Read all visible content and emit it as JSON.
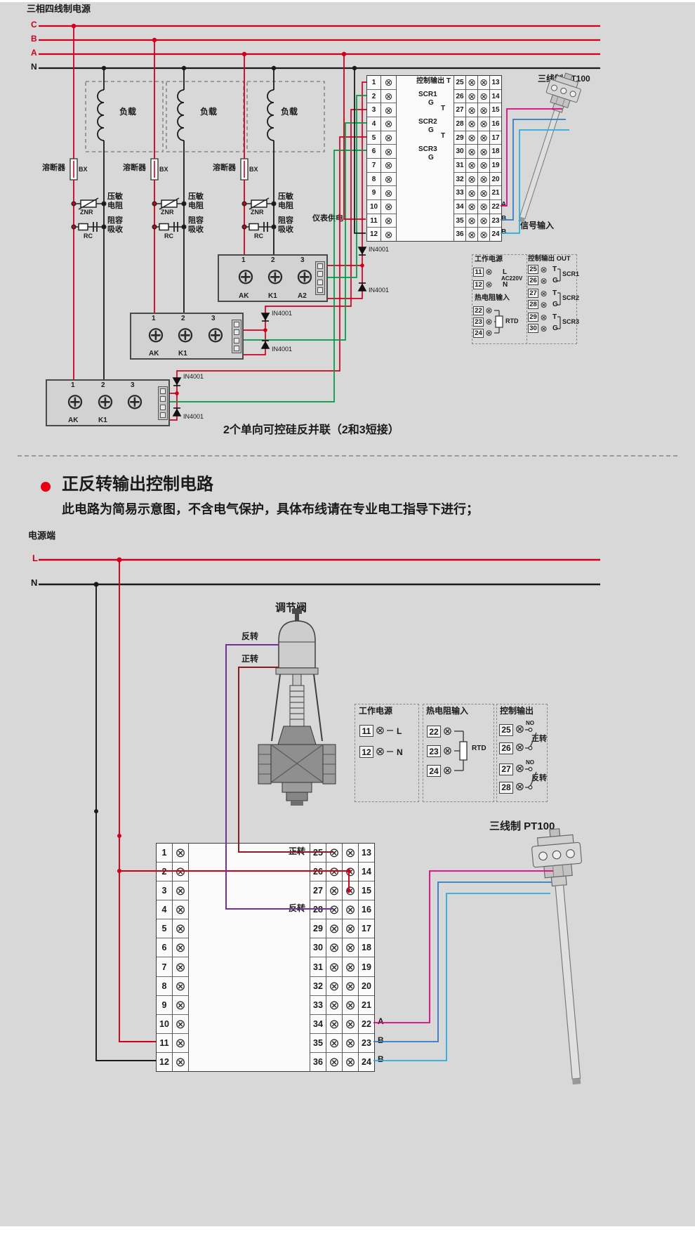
{
  "colors": {
    "red": "#d0001c",
    "black": "#1a1a1a",
    "green": "#009944",
    "magenta": "#e4007f",
    "blue": "#2f7bc4",
    "cyan": "#29abe2",
    "purple": "#7030a0",
    "maroon": "#8b1c24"
  },
  "icons": {
    "screw_glyph": "⊗",
    "big_screw_glyph": "⊕"
  },
  "terminal_numbers": {
    "left": [
      "1",
      "2",
      "3",
      "4",
      "5",
      "6",
      "7",
      "8",
      "9",
      "10",
      "11",
      "12"
    ],
    "right_inner": [
      "25",
      "26",
      "27",
      "28",
      "29",
      "30",
      "31",
      "32",
      "33",
      "34",
      "35",
      "36"
    ],
    "right_outer": [
      "13",
      "14",
      "15",
      "16",
      "17",
      "18",
      "19",
      "20",
      "21",
      "22",
      "23",
      "24"
    ]
  },
  "top": {
    "title": "三相四线制电源",
    "phase_c": "C",
    "phase_b": "B",
    "phase_a": "A",
    "phase_n": "N",
    "load_label": "负载",
    "fuse_label": "溶断器",
    "fuse_code": "BX",
    "varistor_label": "压敏电阻",
    "varistor_code": "ZNR",
    "snubber_label": "阻容吸收",
    "snubber_code": "RC",
    "module_terminal_1": "1",
    "module_terminal_2": "2",
    "module_terminal_3": "3",
    "module_ak": "AK",
    "module_k1": "K1",
    "module_a2": "A2",
    "diode_label": "IN4001",
    "block_labels": {
      "out_t": "控制输出 T",
      "scr1": "SCR1",
      "scr2": "SCR2",
      "scr3": "SCR3",
      "g": "G",
      "t": "T"
    },
    "meter_power": "仪表供电",
    "pt100_label": "三线制  PT100",
    "signal_label": "信号输入",
    "sig_a": "A",
    "sig_b": "B",
    "caption": "2个单向可控硅反并联（2和3短接）"
  },
  "legend_top": {
    "work_power_title": "工作电源",
    "work_rows": [
      {
        "n": "11",
        "lab": "L"
      },
      {
        "n": "12",
        "lab": "N"
      }
    ],
    "voltage": "AC220V",
    "rtd_title": "热电阻输入",
    "rtd_rows": [
      "22",
      "23",
      "24"
    ],
    "rtd_label": "RTD",
    "ctrl_title": "控制输出 OUT",
    "ctrl_rows": [
      {
        "n": "25",
        "lab": "T"
      },
      {
        "n": "26",
        "lab": "G"
      },
      {
        "n": "27",
        "lab": "T"
      },
      {
        "n": "28",
        "lab": "G"
      },
      {
        "n": "29",
        "lab": "T"
      },
      {
        "n": "30",
        "lab": "G"
      }
    ],
    "scr_groups": [
      "SCR1",
      "SCR2",
      "SCR3"
    ]
  },
  "section2": {
    "title": "正反转输出控制电路",
    "subtitle": "此电路为简易示意图，不含电气保护，具体布线请在专业电工指导下进行；",
    "power_label": "电源端",
    "line_l": "L",
    "line_n": "N",
    "valve_label": "调节阀",
    "reverse": "反转",
    "forward": "正转",
    "pt100_label": "三线制  PT100",
    "sig_a": "A",
    "sig_b": "B"
  },
  "legend_bottom": {
    "work_power_title": "工作电源",
    "work_rows": [
      {
        "n": "11",
        "lab": "L"
      },
      {
        "n": "12",
        "lab": "N"
      }
    ],
    "rtd_title": "热电阻输入",
    "rtd_rows": [
      "22",
      "23",
      "24"
    ],
    "rtd_label": "RTD",
    "ctrl_title": "控制输出",
    "no_label": "NO",
    "ctrl_rows": [
      "25",
      "26",
      "27",
      "28"
    ],
    "forward": "正转",
    "reverse": "反转"
  }
}
